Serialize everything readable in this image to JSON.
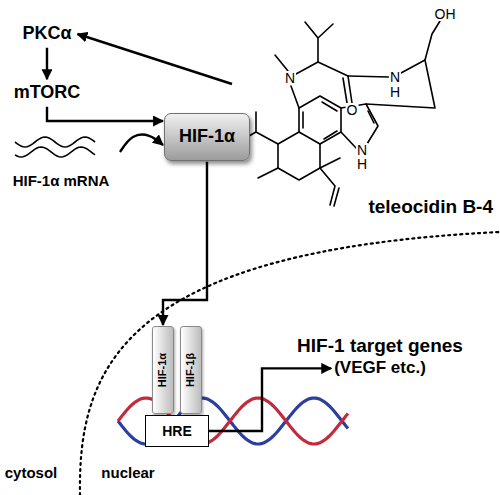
{
  "diagram": {
    "nodes": [
      {
        "text": [
          "PKCα"
        ]
      },
      {
        "text": [
          "mTORC"
        ]
      },
      {
        "text": [
          "HIF-1α mRNA"
        ]
      },
      {
        "text": [
          "HIF-1α"
        ]
      },
      {
        "text": [
          "teleocidin B-4"
        ]
      },
      {
        "text": [
          "HIF-1α"
        ]
      },
      {
        "text": [
          "HIF-1β"
        ]
      },
      {
        "text": [
          "HRE"
        ]
      },
      {
        "text": [
          "HIF-1 target genes",
          "(VEGF etc.)"
        ]
      }
    ],
    "edges": [
      {
        "from": 0,
        "to": 1,
        "arrow": "to"
      },
      {
        "from": 4,
        "to": 0,
        "arrow": "to"
      },
      {
        "from": 1,
        "to": 3,
        "arrow": "to"
      },
      {
        "from": 2,
        "to": 3,
        "arrow": "to"
      },
      {
        "from": 3,
        "to": 5,
        "arrow": "to"
      },
      {
        "from": 7,
        "to": 8,
        "arrow": "to"
      }
    ],
    "labels": [
      "OH",
      "N",
      "O",
      "N",
      "H",
      "N",
      "H",
      "cytosol",
      "nuclear"
    ]
  }
}
